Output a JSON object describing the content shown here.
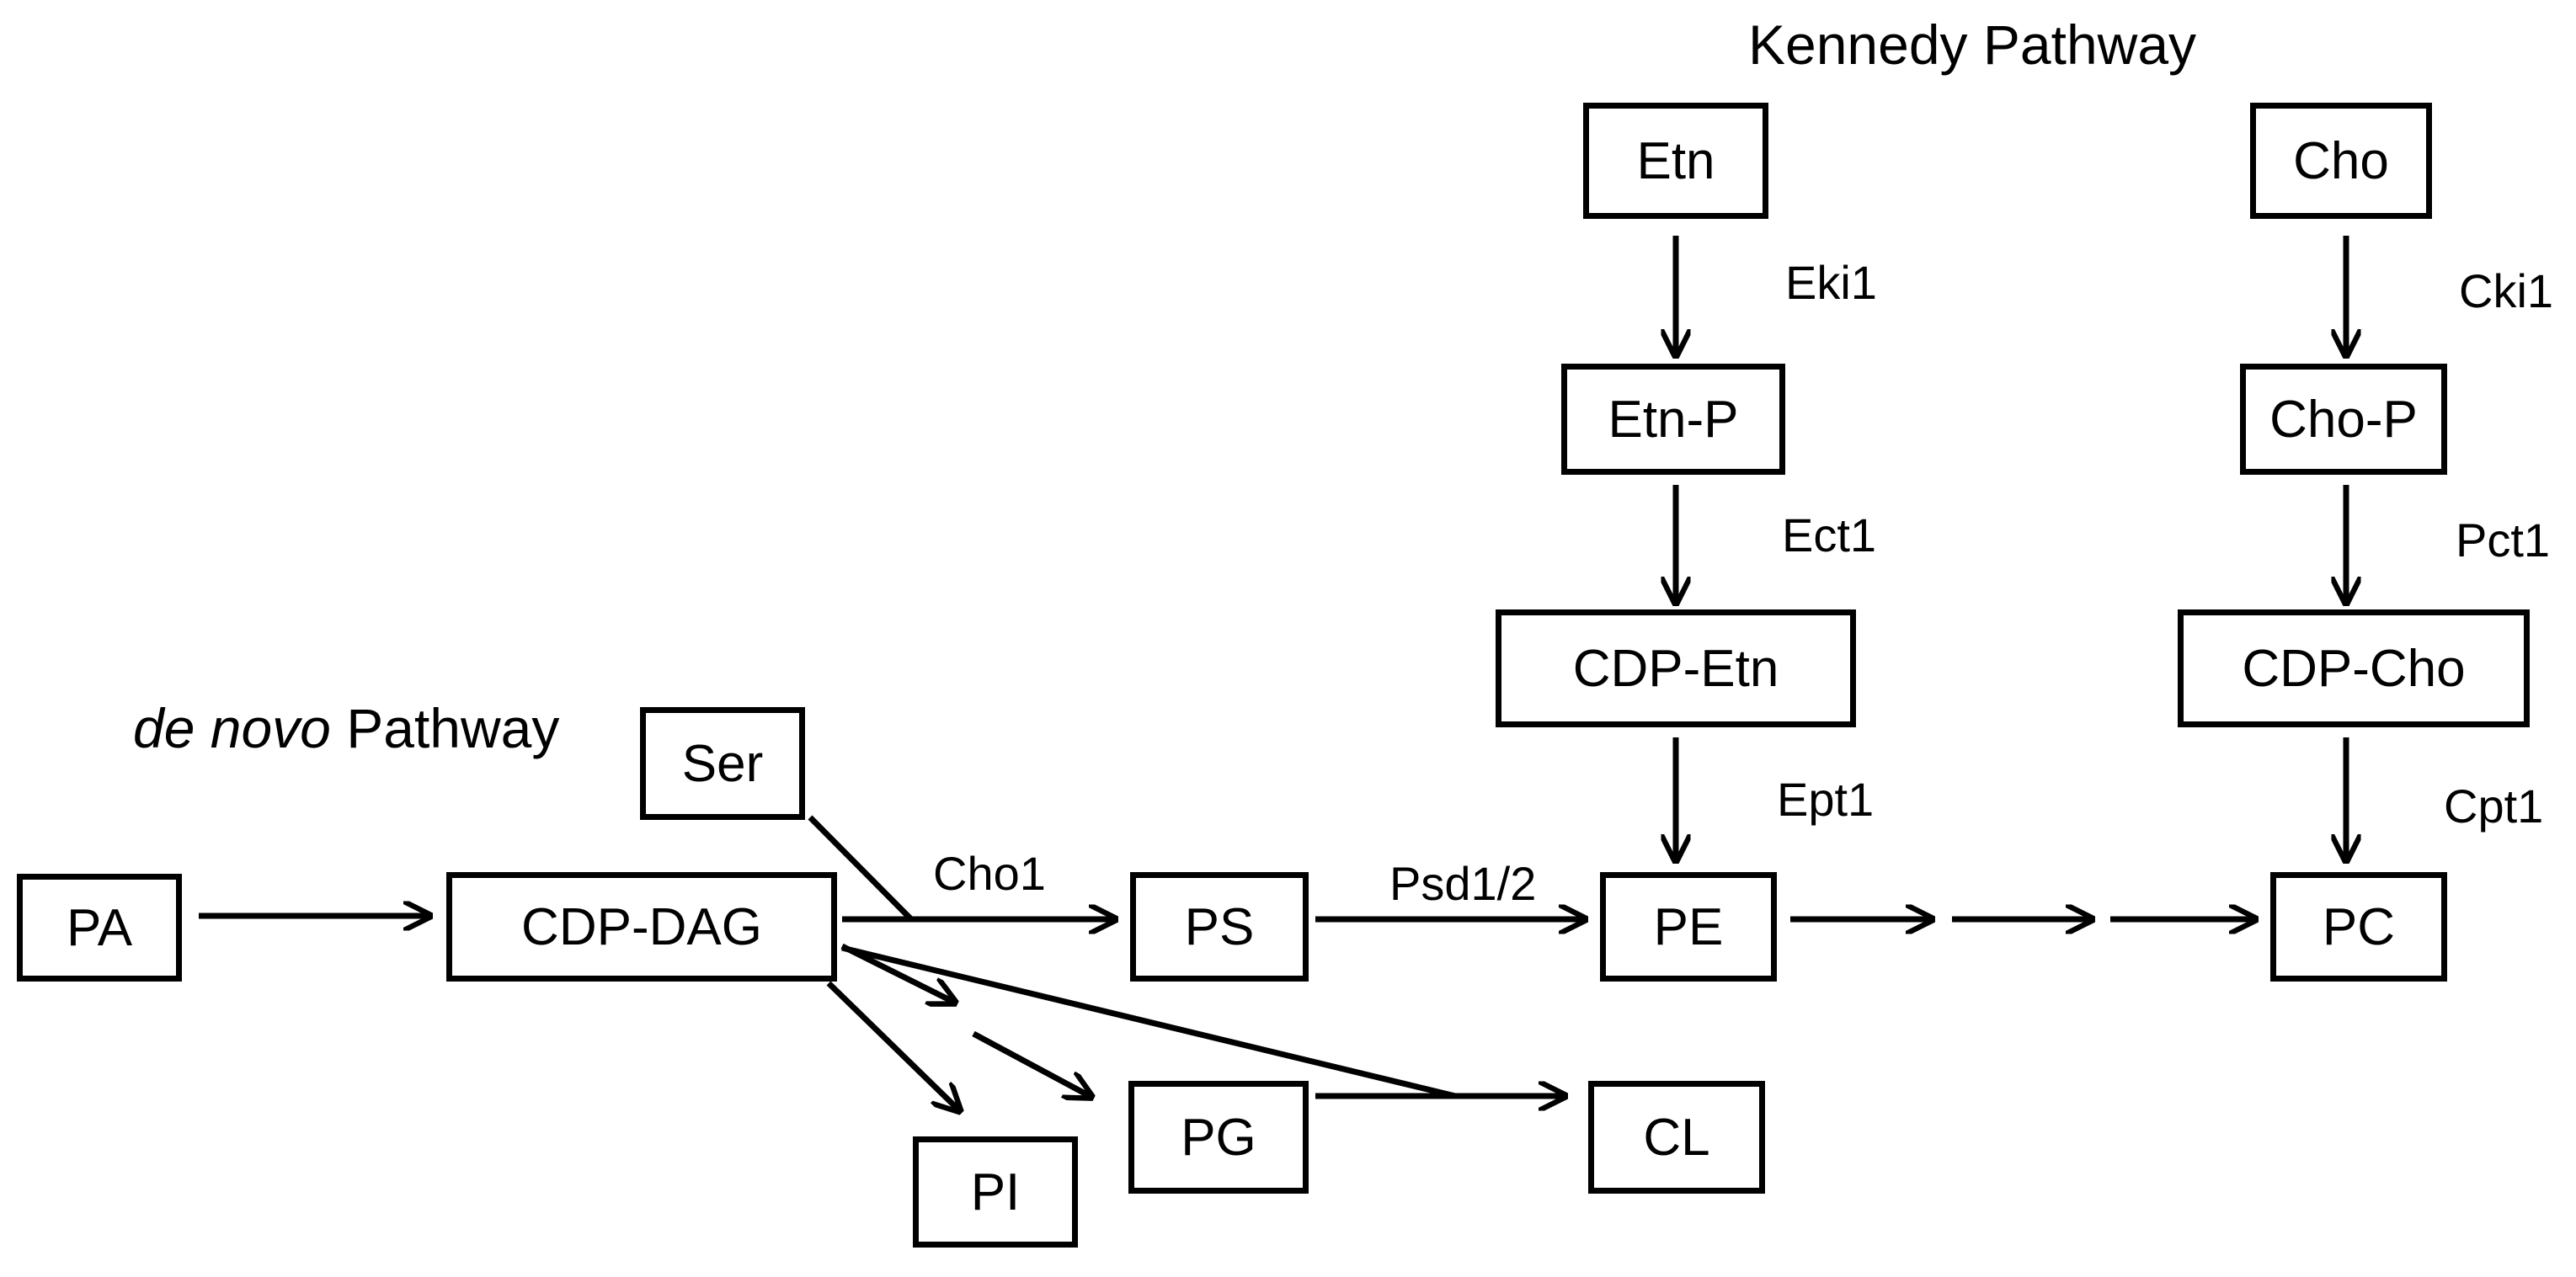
{
  "titles": {
    "kennedy": "Kennedy Pathway",
    "denovo_italic": "de novo",
    "denovo_rest": "Pathway"
  },
  "nodes": {
    "pa": "PA",
    "cdp_dag": "CDP-DAG",
    "ser": "Ser",
    "ps": "PS",
    "pe": "PE",
    "pc": "PC",
    "pi": "PI",
    "pg": "PG",
    "cl": "CL",
    "etn": "Etn",
    "etn_p": "Etn-P",
    "cdp_etn": "CDP-Etn",
    "cho": "Cho",
    "cho_p": "Cho-P",
    "cdp_cho": "CDP-Cho"
  },
  "enzymes": {
    "cho1": "Cho1",
    "psd": "Psd1/2",
    "eki1": "Eki1",
    "ect1": "Ect1",
    "ept1": "Ept1",
    "cki1": "Cki1",
    "pct1": "Pct1",
    "cpt1": "Cpt1"
  },
  "colors": {
    "stroke": "#000000",
    "background": "#ffffff"
  }
}
